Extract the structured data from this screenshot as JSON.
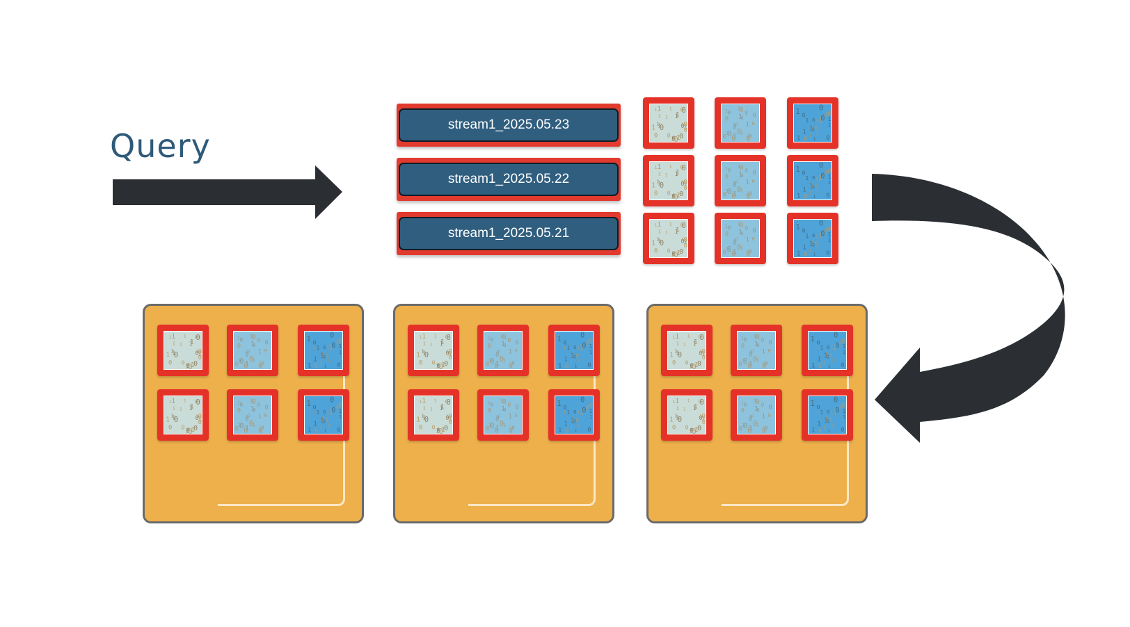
{
  "query_label": "Query",
  "streams": [
    {
      "label": "stream1_2025.05.23"
    },
    {
      "label": "stream1_2025.05.22"
    },
    {
      "label": "stream1_2025.05.21"
    }
  ],
  "colors": {
    "arrow": "#2b2f33",
    "stream_fill": "#2f5e7f",
    "stream_border": "#e23a2e",
    "chunk_frame": "#e53228",
    "node_fill": "#edb04b",
    "node_border": "#6a6a6a",
    "query_text": "#2f5a79"
  },
  "chunk_styles": [
    "light",
    "medium",
    "dark"
  ],
  "nodes": [
    {
      "chunks": [
        "light",
        "medium",
        "dark",
        "light",
        "medium",
        "dark"
      ]
    },
    {
      "chunks": [
        "light",
        "medium",
        "dark",
        "light",
        "medium",
        "dark"
      ]
    },
    {
      "chunks": [
        "light",
        "medium",
        "dark",
        "light",
        "medium",
        "dark"
      ]
    }
  ]
}
